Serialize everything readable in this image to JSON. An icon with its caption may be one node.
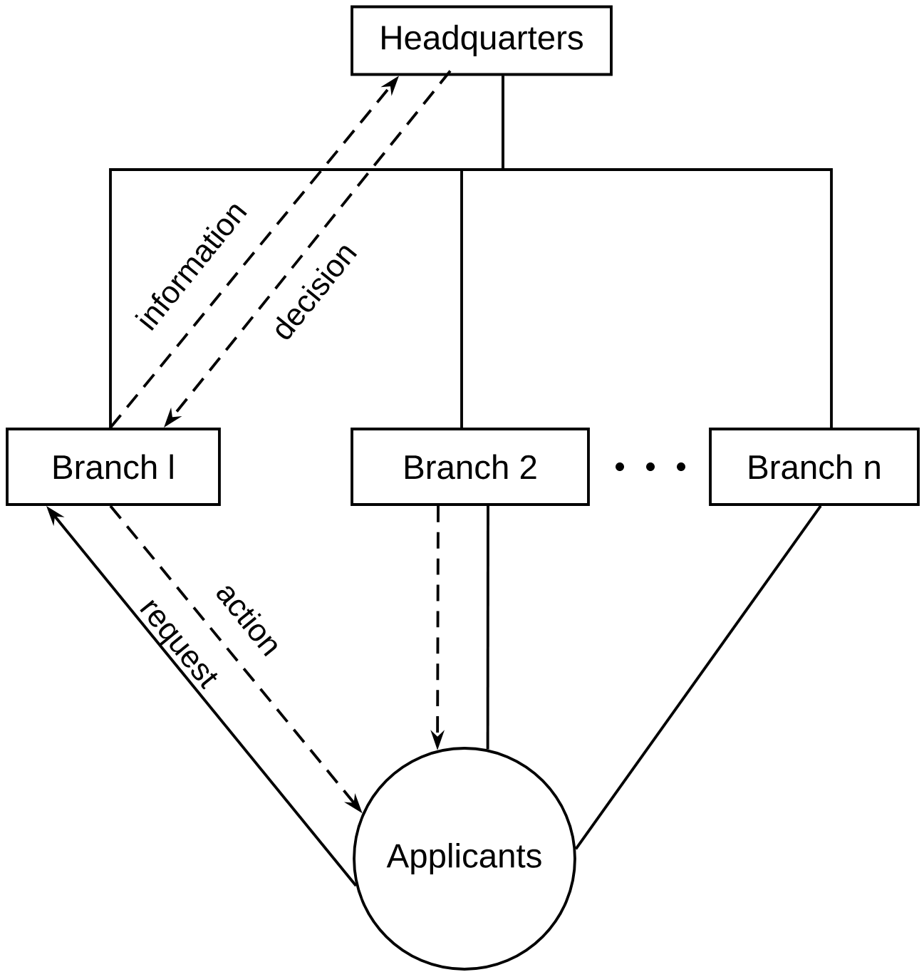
{
  "diagram": {
    "nodes": [
      {
        "text": [
          "Headquarters"
        ]
      },
      {
        "text": [
          "Branch l"
        ]
      },
      {
        "text": [
          "Branch 2"
        ]
      },
      {
        "text": [
          "Branch n"
        ]
      },
      {
        "text": [
          "Applicants"
        ]
      }
    ],
    "edges": [
      {
        "from": 0,
        "to": 1,
        "arrow": "none"
      },
      {
        "from": 0,
        "to": 2,
        "arrow": "none"
      },
      {
        "from": 0,
        "to": 3,
        "arrow": "none"
      },
      {
        "from": 1,
        "to": 0,
        "arrow": "to",
        "style": "dashed",
        "label": "information"
      },
      {
        "from": 0,
        "to": 1,
        "arrow": "to",
        "style": "dashed",
        "label": "decision"
      },
      {
        "from": 1,
        "to": 4,
        "arrow": "to",
        "style": "dashed",
        "label": "action"
      },
      {
        "from": 4,
        "to": 1,
        "arrow": "to",
        "label": "request"
      },
      {
        "from": 2,
        "to": 4,
        "arrow": "to",
        "style": "dashed"
      },
      {
        "from": 2,
        "to": 4,
        "arrow": "none"
      },
      {
        "from": 3,
        "to": 4,
        "arrow": "none"
      }
    ]
  }
}
